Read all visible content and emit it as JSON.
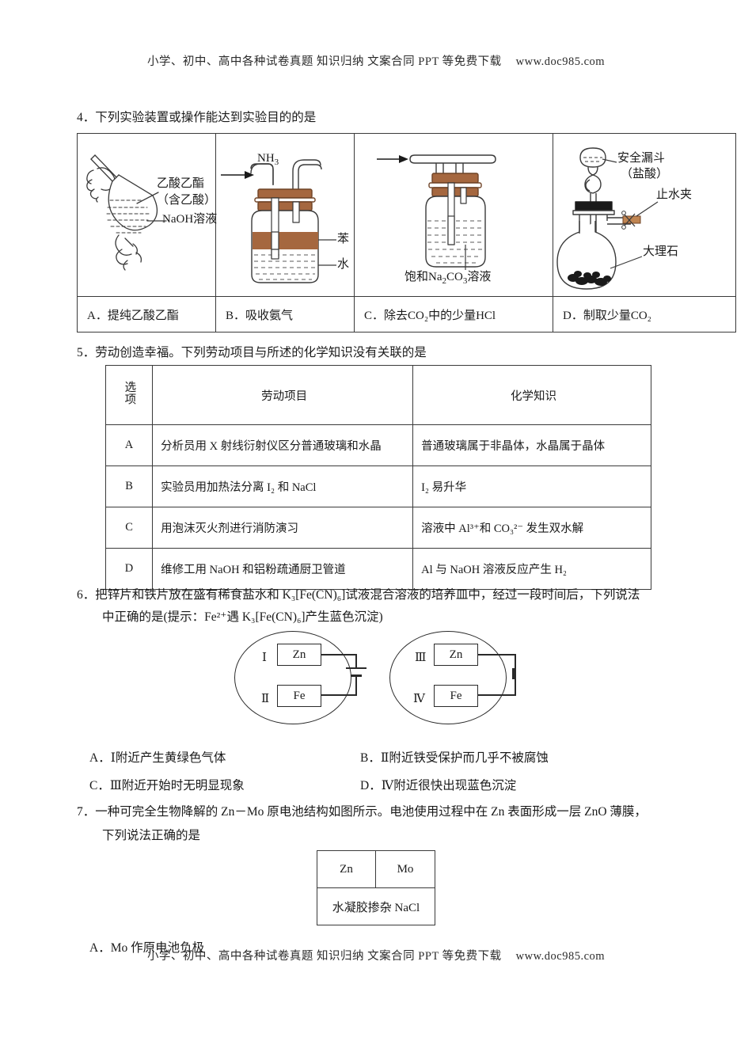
{
  "watermark": {
    "text": "小学、初中、高中各种试卷真题  知识归纳  文案合同  PPT 等免费下载",
    "url": "www.doc985.com"
  },
  "colors": {
    "brown": "#a5673f",
    "ink": "#1a1a1a",
    "line": "#3a3a3a"
  },
  "q4": {
    "number": "4．",
    "stem": "下列实验装置或操作能达到实验目的的是",
    "figures": {
      "a": {
        "label_top": "乙酸乙酯",
        "label_mid": "（含乙酸）",
        "label_bottom": "NaOH溶液"
      },
      "b": {
        "gas": "NH",
        "gas_sub": "3",
        "layer_top": "苯",
        "layer_bottom": "水"
      },
      "c": {
        "caption_pre": "饱和Na",
        "caption_sub1": "2",
        "caption_mid": "CO",
        "caption_sub2": "3",
        "caption_post": "溶液"
      },
      "d": {
        "funnel_line1": "安全漏斗",
        "funnel_line2": "（盐酸）",
        "clamp": "止水夹",
        "solid": "大理石"
      }
    },
    "options": [
      {
        "key": "A．",
        "text": "提纯乙酸乙酯"
      },
      {
        "key": "B．",
        "text": "吸收氨气"
      },
      {
        "key": "C．",
        "text": "除去CO₂中的少量HCl"
      },
      {
        "key": "D．",
        "text": "制取少量CO₂"
      }
    ]
  },
  "q5": {
    "number": "5．",
    "stem": "劳动创造幸福。下列劳动项目与所述的化学知识没有关联的是",
    "headers": {
      "option": "选项",
      "labor": "劳动项目",
      "knowledge": "化学知识"
    },
    "rows": [
      {
        "key": "A",
        "labor": "分析员用 X 射线衍射仪区分普通玻璃和水晶",
        "knowledge": "普通玻璃属于非晶体，水晶属于晶体"
      },
      {
        "key": "B",
        "labor": "实验员用加热法分离 I₂ 和 NaCl",
        "knowledge": "I₂ 易升华"
      },
      {
        "key": "C",
        "labor": "用泡沫灭火剂进行消防演习",
        "knowledge": "溶液中 Al³⁺和 CO₃²⁻ 发生双水解"
      },
      {
        "key": "D",
        "labor": "维修工用 NaOH 和铝粉疏通厨卫管道",
        "knowledge": "Al 与 NaOH 溶液反应产生 H₂"
      }
    ]
  },
  "q6": {
    "number": "6．",
    "stem_line1": "把锌片和铁片放在盛有稀食盐水和 K₃[Fe(CN)₆]试液混合溶液的培养皿中，经过一段时间后，下列说法",
    "stem_line2": "中正确的是(提示：Fe²⁺遇 K₃[Fe(CN)₆]产生蓝色沉淀)",
    "figure": {
      "left": {
        "mark_top": "Ⅰ",
        "electrode_top": "Zn",
        "mark_bottom": "Ⅱ",
        "electrode_bottom": "Fe"
      },
      "right": {
        "mark_top": "Ⅲ",
        "electrode_top": "Zn",
        "mark_bottom": "Ⅳ",
        "electrode_bottom": "Fe"
      }
    },
    "options": [
      {
        "key": "A．",
        "text": "Ⅰ附近产生黄绿色气体"
      },
      {
        "key": "B．",
        "text": "Ⅱ附近铁受保护而几乎不被腐蚀"
      },
      {
        "key": "C．",
        "text": "Ⅲ附近开始时无明显现象"
      },
      {
        "key": "D．",
        "text": "Ⅳ附近很快出现蓝色沉淀"
      }
    ]
  },
  "q7": {
    "number": "7．",
    "stem_line1": "一种可完全生物降解的 Zn－Mo 原电池结构如图所示。电池使用过程中在 Zn 表面形成一层 ZnO 薄膜，",
    "stem_line2": "下列说法正确的是",
    "figure": {
      "anode": "Zn",
      "cathode": "Mo",
      "electrolyte": "水凝胶掺杂 NaCl"
    },
    "options": [
      {
        "key": "A．",
        "text": "Mo 作原电池负极"
      }
    ]
  }
}
